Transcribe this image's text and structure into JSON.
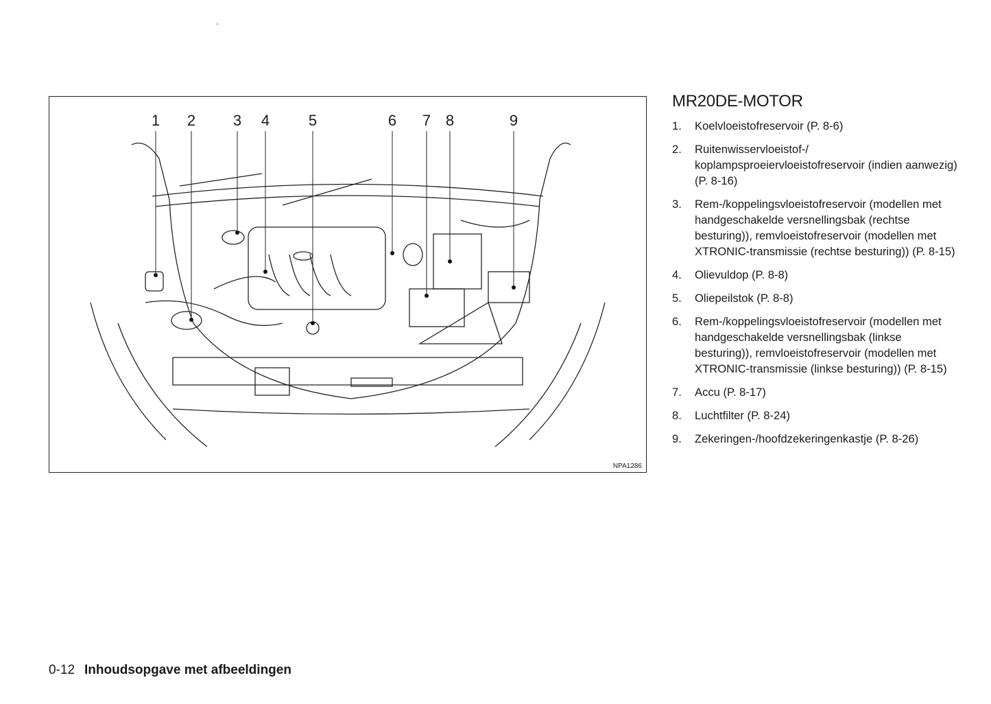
{
  "figure": {
    "callouts": [
      "1",
      "2",
      "3",
      "4",
      "5",
      "6",
      "7",
      "8",
      "9"
    ],
    "code": "NPA1286"
  },
  "section": {
    "heading": "MR20DE-MOTOR",
    "items": [
      {
        "num": "1.",
        "text": "Koelvloeistofreservoir (P. 8-6)"
      },
      {
        "num": "2.",
        "text": "Ruitenwisservloeistof-/ koplampsproeiervloeistofreservoir (indien aanwezig) (P. 8-16)"
      },
      {
        "num": "3.",
        "text": "Rem-/koppelingsvloeistofreservoir (modellen met handgeschakelde versnellingsbak (rechtse besturing)), remvloeistofreservoir (modellen met XTRONIC-transmissie (rechtse besturing)) (P. 8-15)"
      },
      {
        "num": "4.",
        "text": "Olievuldop (P. 8-8)"
      },
      {
        "num": "5.",
        "text": "Oliepeilstok (P. 8-8)"
      },
      {
        "num": "6.",
        "text": "Rem-/koppelingsvloeistofreservoir (modellen met handgeschakelde versnellingsbak (linkse besturing)), remvloeistofreservoir (modellen met XTRONIC-transmissie (linkse besturing)) (P. 8-15)"
      },
      {
        "num": "7.",
        "text": "Accu (P. 8-17)"
      },
      {
        "num": "8.",
        "text": "Luchtfilter (P. 8-24)"
      },
      {
        "num": "9.",
        "text": "Zekeringen-/hoofdzekeringenkastje (P. 8-26)"
      }
    ]
  },
  "footer": {
    "page": "0-12",
    "title": "Inhoudsopgave met afbeeldingen"
  }
}
